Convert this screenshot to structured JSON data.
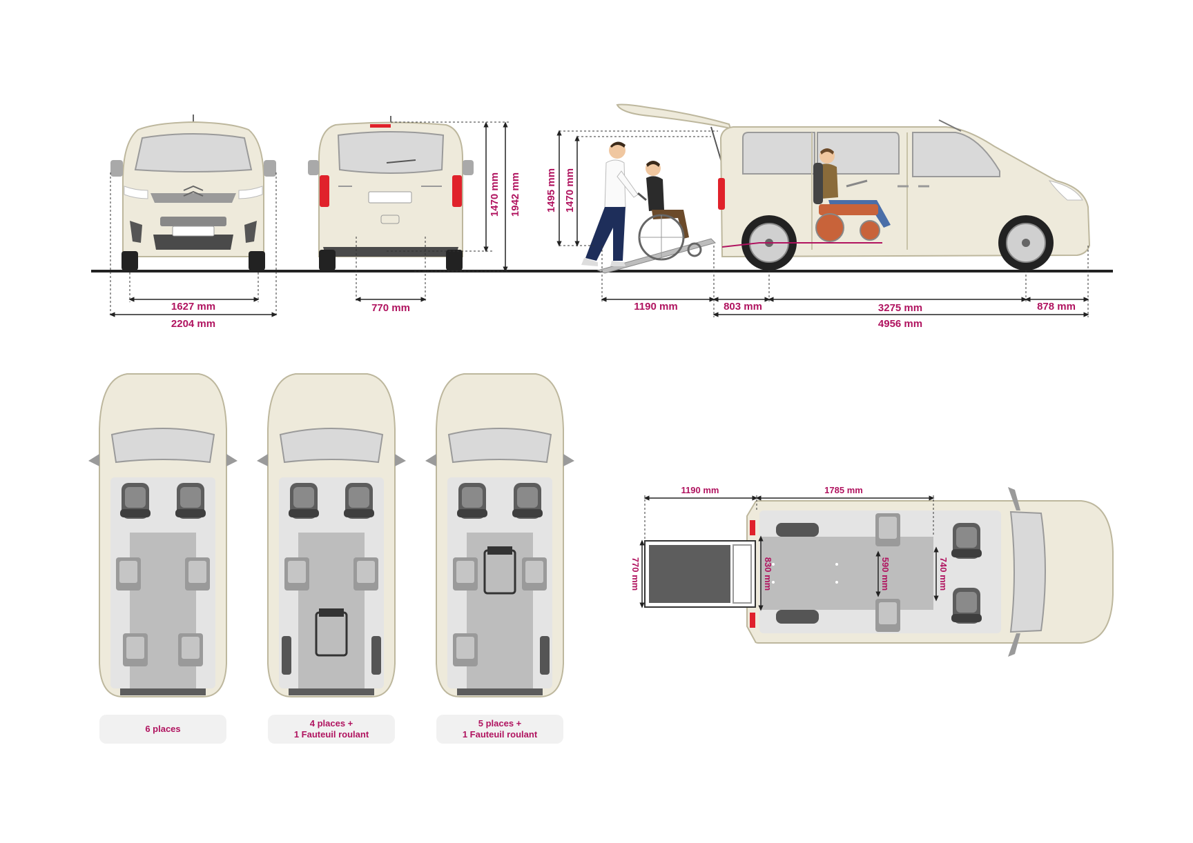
{
  "colors": {
    "accent": "#b0135f",
    "body": "#eeeadb",
    "body_dark": "#d6d0b6",
    "glass": "#d9d9d9",
    "tail_light": "#e0222b",
    "ground": "#222222"
  },
  "dimensions": {
    "front_track": "1627 mm",
    "front_width": "2204 mm",
    "rear_opening_width": "770 mm",
    "rear_opening_height": "1470 mm",
    "total_height": "1942 mm",
    "side_height_outer": "1495 mm",
    "side_height_inner": "1470 mm",
    "ramp_length": "1190 mm",
    "rear_overhang": "803 mm",
    "wheelbase": "3275 mm",
    "front_overhang": "878 mm",
    "total_length": "4956 mm"
  },
  "plan_dimensions": {
    "ramp_length": "1190 mm",
    "floor_length": "1785 mm",
    "ramp_width": "770 mm",
    "floor_width": "830 mm",
    "inner_width": "590 mm",
    "front_width": "740 mm"
  },
  "layouts": [
    {
      "line1": "6 places",
      "line2": ""
    },
    {
      "line1": "4 places +",
      "line2": "1 Fauteuil roulant"
    },
    {
      "line1": "5 places +",
      "line2": "1 Fauteuil roulant"
    }
  ],
  "icons": [
    "van-front-view",
    "van-rear-view",
    "van-side-view",
    "caregiver-figure",
    "wheelchair-user-icon",
    "powerchair-user-icon",
    "van-top-view"
  ]
}
